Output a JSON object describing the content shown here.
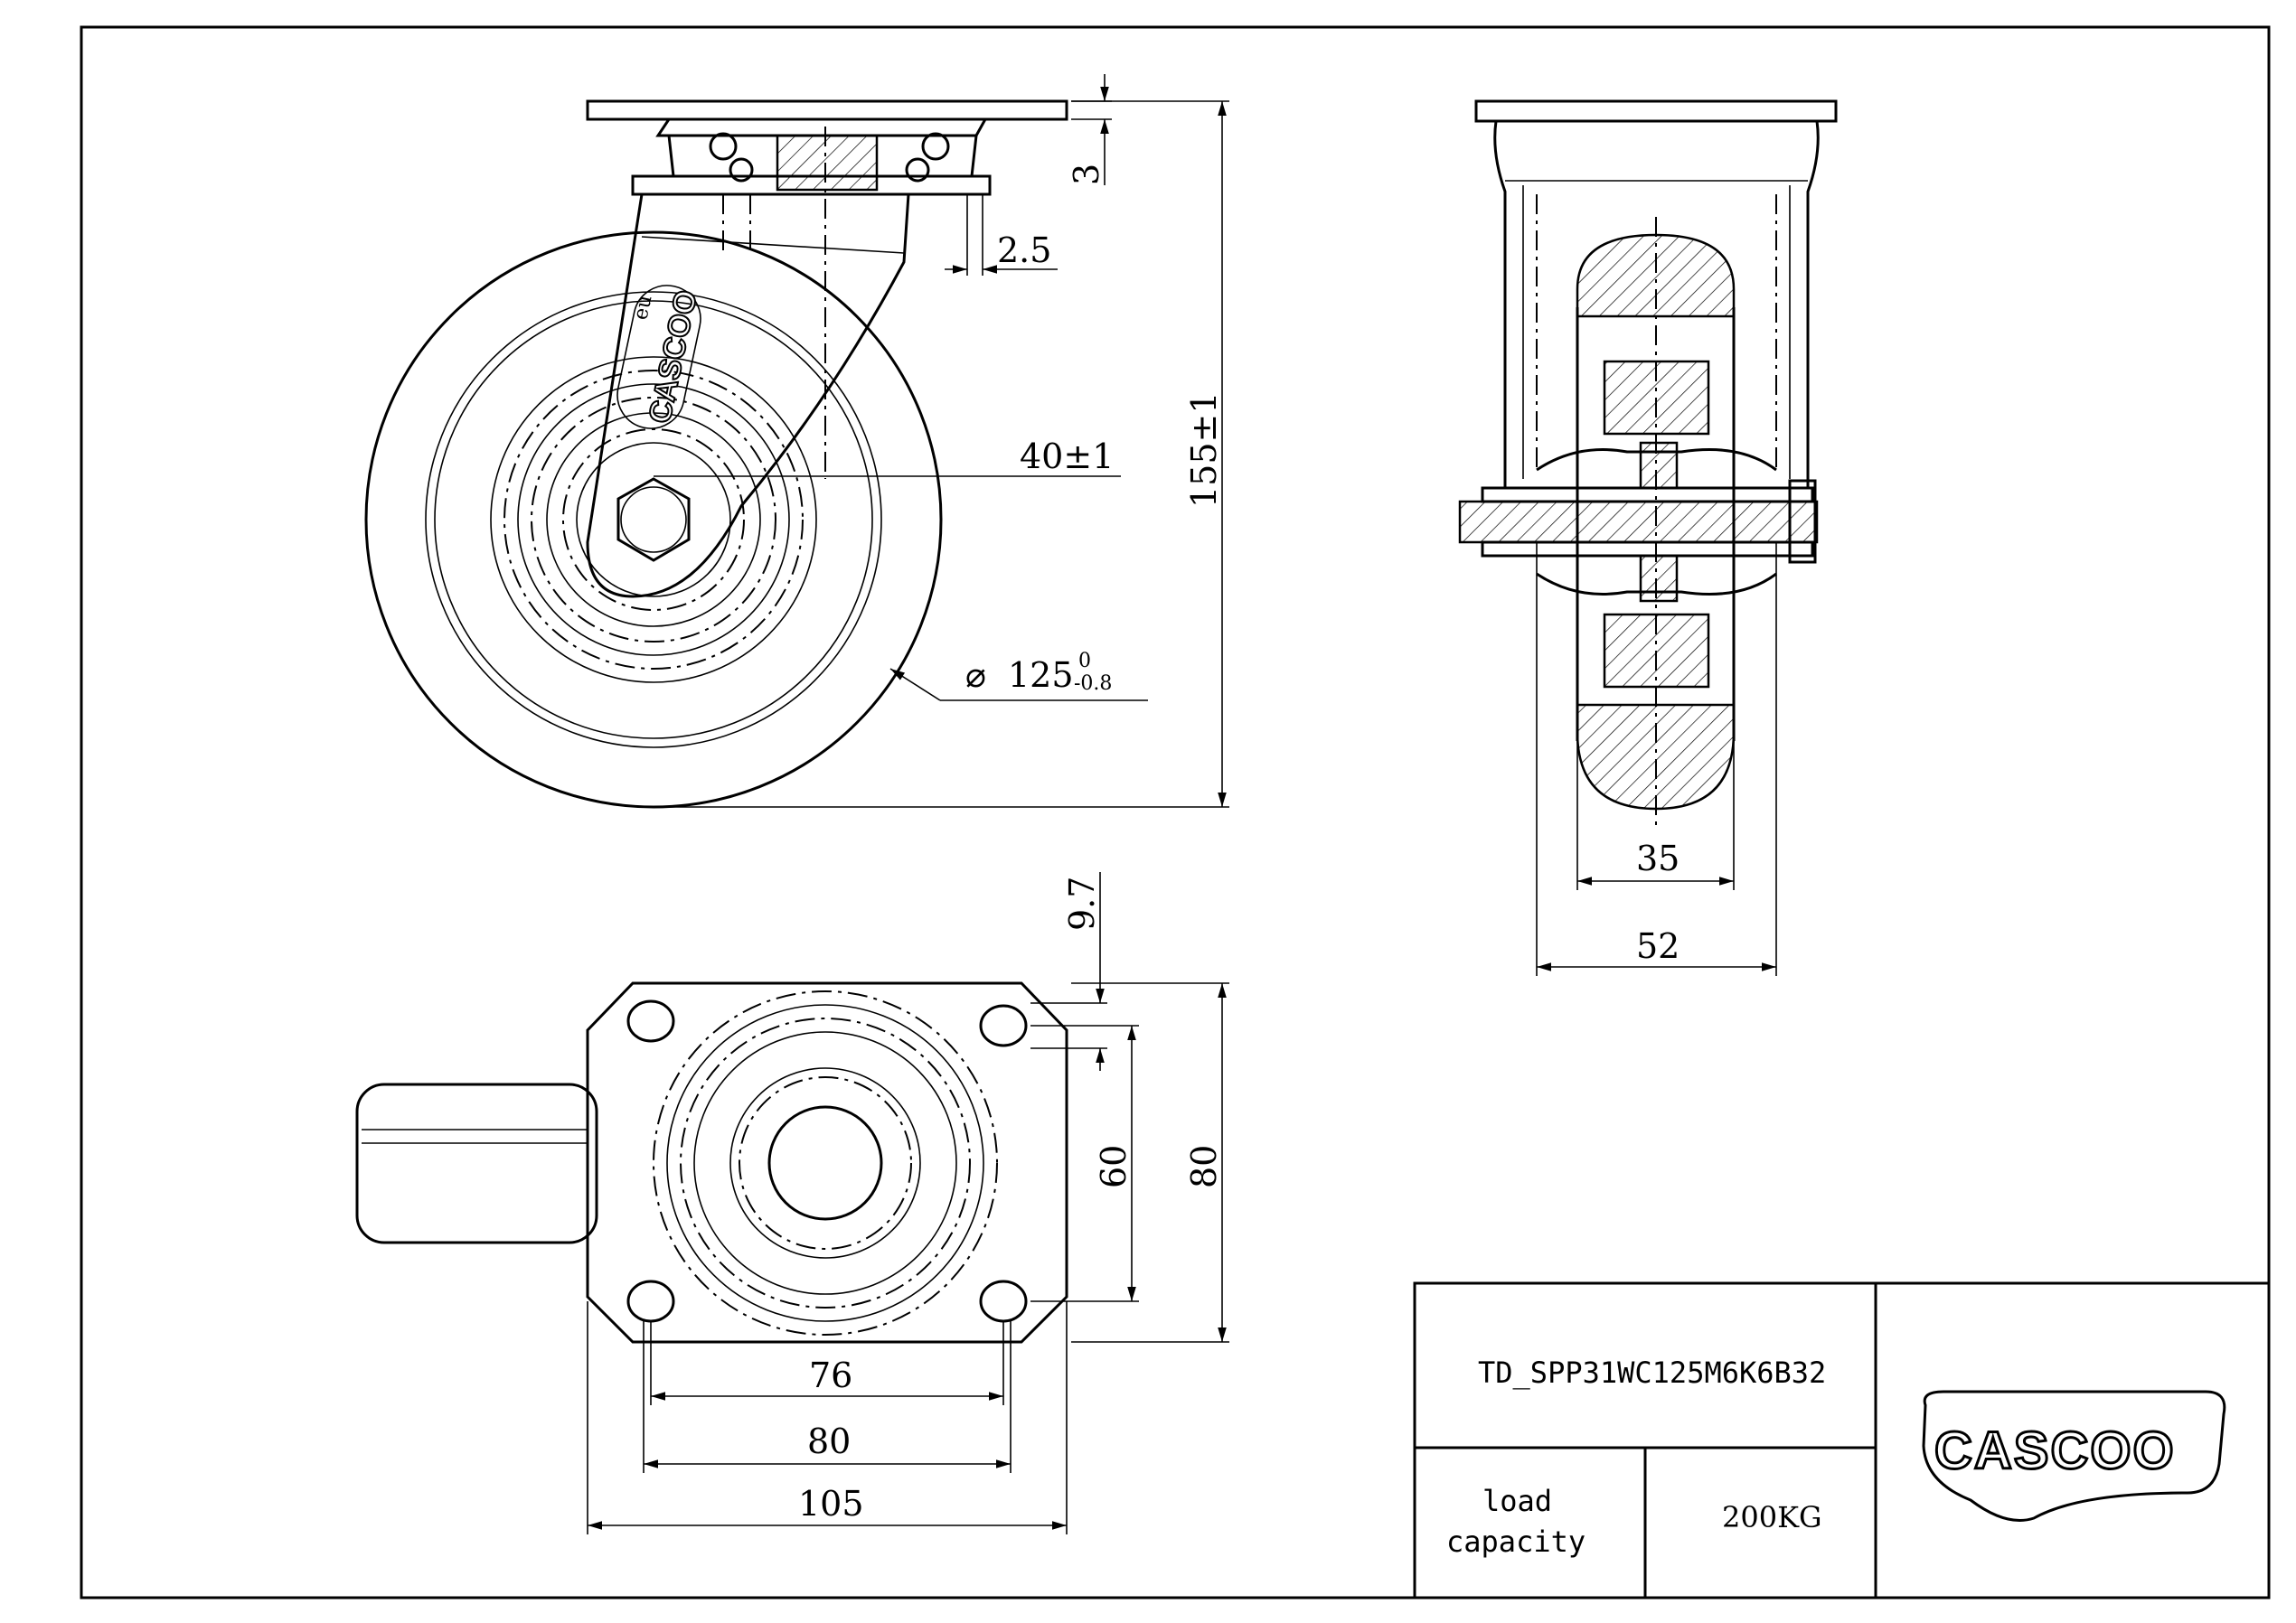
{
  "dimensions": {
    "plate_thickness": "3",
    "offset": "2.5",
    "swivel_offset": "40±1",
    "total_height": "155±1",
    "wheel_diameter": "125",
    "wheel_tol_upper": "0",
    "wheel_tol_lower": "-0.8",
    "tread_width": "35",
    "fork_width": "52",
    "slot_width": "9.7",
    "hole_spacing_short": "60",
    "plate_short": "80",
    "hole_spacing_76": "76",
    "hole_spacing_80": "80",
    "plate_long": "105"
  },
  "title_block": {
    "part_number": "TD_SPP31WC125M6K6B32",
    "load_label_line1": "load",
    "load_label_line2": "capacity",
    "load_value": "200KG",
    "logo_text": "CASCOO"
  },
  "fork_logo": {
    "brand": "CASCOO",
    "tag": "eu"
  },
  "diameter_symbol": "⌀"
}
